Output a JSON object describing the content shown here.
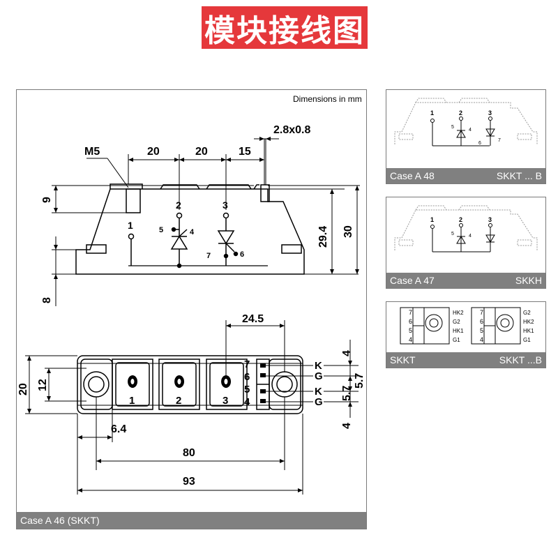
{
  "title": "模块接线图",
  "main": {
    "dimensions_note": "Dimensions in mm",
    "caption": "Case A 46 (SKKT)",
    "dims": {
      "m5": "M5",
      "d20a": "20",
      "d20b": "20",
      "d15": "15",
      "d28": "2.8x0.8",
      "d9": "9",
      "d294": "29.4",
      "d30": "30",
      "d8": "8",
      "d245": "24.5",
      "d4a": "4",
      "d4b": "4",
      "d57a": "5.7",
      "d57b": "5.7",
      "d20": "20",
      "d12": "12",
      "d64": "6.4",
      "d80": "80",
      "d93": "93"
    },
    "terminals": {
      "t1": "1",
      "t2": "2",
      "t3": "3",
      "t4": "4",
      "t5": "5",
      "t6": "6",
      "t7": "7"
    },
    "bottom_pins": [
      "1",
      "2",
      "3"
    ],
    "pin_numbers": [
      "7",
      "6",
      "5",
      "4"
    ],
    "pin_letters": [
      "K",
      "G",
      "K",
      "G"
    ]
  },
  "panels": [
    {
      "left": "Case A 48",
      "right": "SKKT ... B"
    },
    {
      "left": "Case A 47",
      "right": "SKKH"
    },
    {
      "left": "SKKT",
      "right": "SKKT ...B"
    }
  ],
  "mini_labels": {
    "a": [
      "HK2",
      "G2",
      "HK1",
      "G1"
    ],
    "b": [
      "G2",
      "HK2",
      "HK1",
      "G1"
    ],
    "pins": [
      "7",
      "6",
      "5",
      "4"
    ]
  }
}
